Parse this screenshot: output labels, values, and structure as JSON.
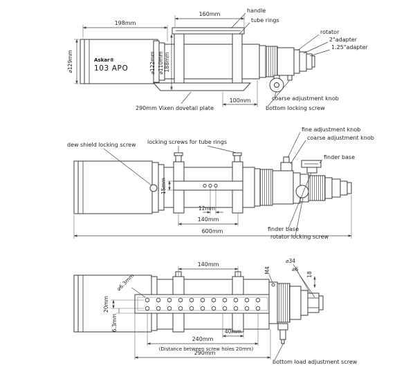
{
  "product": {
    "brand": "Askar®",
    "model": "103 APO"
  },
  "view1": {
    "dims": {
      "len_dew": "198mm",
      "len_handle": "160mm",
      "dia_dew": "⌀129mm",
      "dia_mid": "⌀122mm",
      "dia_tube": "⌀110mm",
      "height": "188mm",
      "plate_offset": "100mm"
    },
    "labels": {
      "handle": "handle",
      "tube_rings": "tube rings",
      "rotator": "rotator",
      "adapter_2in": "2\"adapter",
      "adapter_125in": "1.25\"adapter",
      "coarse_knob": "coarse adjustment knob",
      "bottom_locking_screw": "bottom locking screw",
      "dovetail_plate": "290mm Vixen dovetail plate"
    }
  },
  "view2": {
    "dims": {
      "rail_height": "15mm",
      "hole_gap": "12mm",
      "ring_span": "140mm",
      "total_length": "600mm"
    },
    "labels": {
      "dew_shield_screw": "dew shield locking screw",
      "ring_screws": "locking screws for tube rings",
      "fine_knob": "fine adjustment knob",
      "coarse_knob": "coarse adjustment knob",
      "finder_base_top": "finder base",
      "finder_base_bottom": "finder base",
      "rotator_screw": "rotator locking screw"
    }
  },
  "view3": {
    "dims": {
      "ring_span": "140mm",
      "thread": "M4",
      "dia_34": "⌀34",
      "dia_6": "⌀6",
      "len_18": "18",
      "hole_dia": "⌀6.3mm",
      "row_offset": "20mm",
      "edge_offset": "6.3mm",
      "end_gap": "40mm",
      "hole_span": "240mm",
      "hole_note": "(Distance between screw holes 20mm)",
      "plate_length": "290mm"
    },
    "labels": {
      "bottom_screw": "bottom load adjustment screw"
    }
  }
}
